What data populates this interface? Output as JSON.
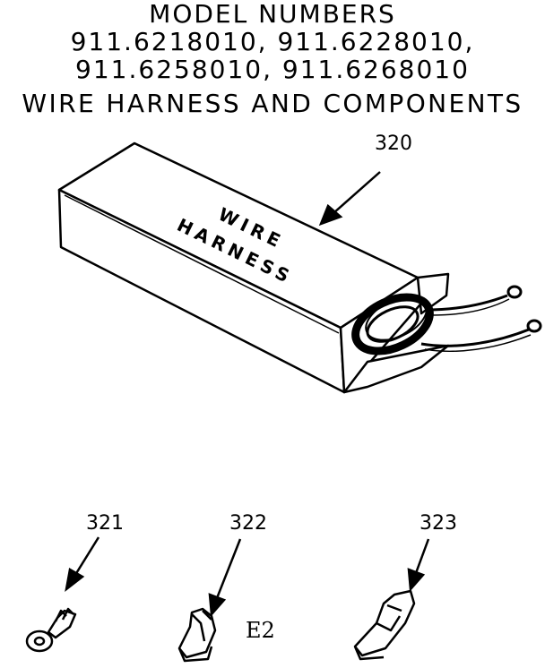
{
  "header": {
    "line1": "MODEL NUMBERS",
    "line2": "911.6218010, 911.6228010,",
    "line3": "911.6258010, 911.6268010",
    "line4": "WIRE HARNESS AND COMPONENTS"
  },
  "box_label": {
    "line1": "WIRE",
    "line2": "HARNESS"
  },
  "callouts": {
    "harness": "320",
    "part_a": "321",
    "part_b": "322",
    "part_c": "323"
  },
  "page_code": "E2"
}
